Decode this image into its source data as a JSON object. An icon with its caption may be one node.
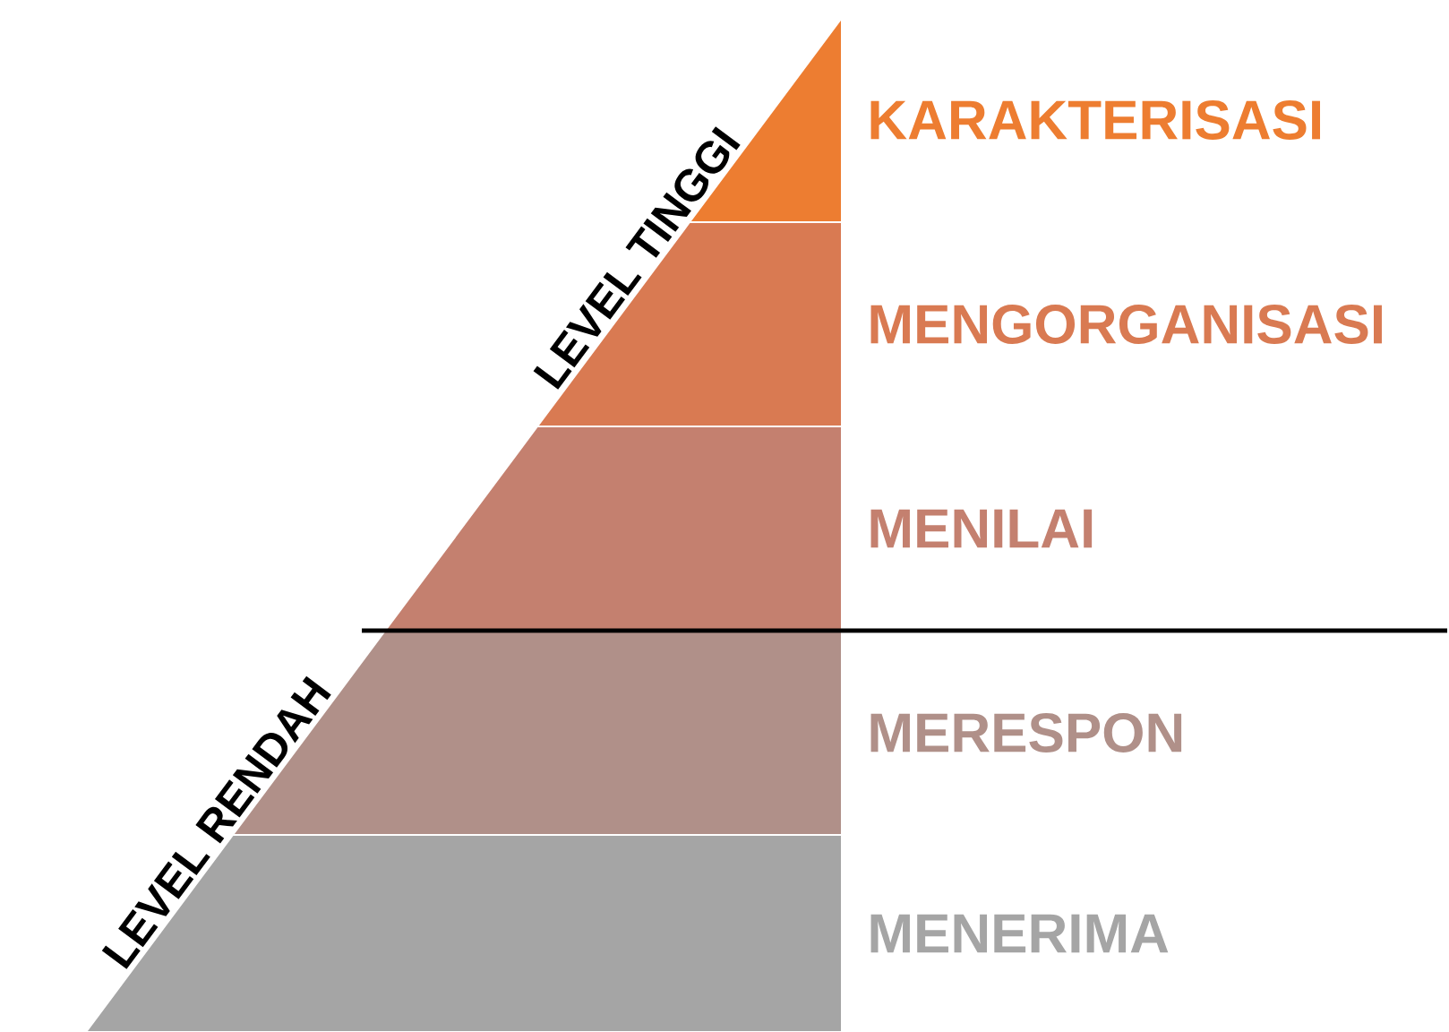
{
  "diagram": {
    "nodes": [
      {
        "text": [
          "KARAKTERISASI"
        ]
      },
      {
        "text": [
          "MENGORGANISASI"
        ]
      },
      {
        "text": [
          "MENILAI"
        ]
      },
      {
        "text": [
          "MERESPON"
        ]
      },
      {
        "text": [
          "MENERIMA"
        ]
      }
    ],
    "labels": [
      "LEVEL TINGGI",
      "LEVEL RENDAH"
    ]
  }
}
